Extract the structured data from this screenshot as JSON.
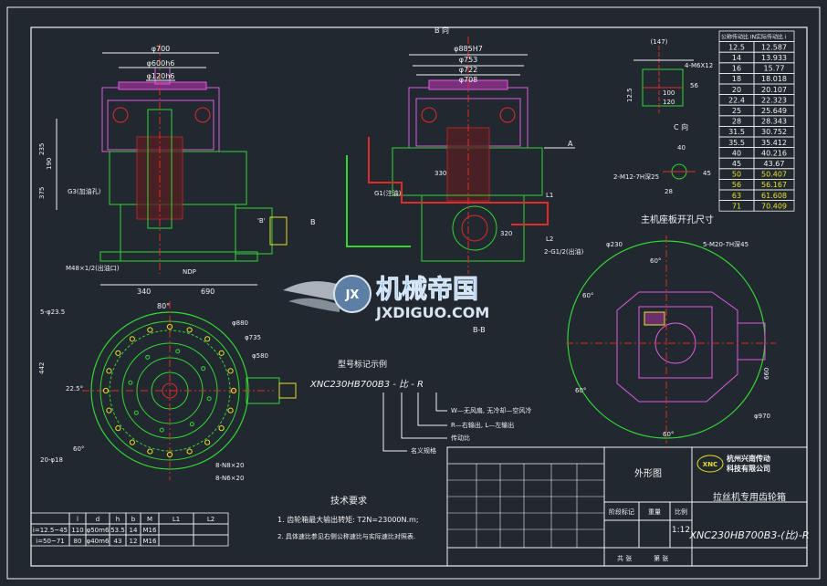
{
  "colors": {
    "bg": "#212830",
    "frame": "#f2f2f2",
    "green": "#33d633",
    "magenta": "#e05ae0",
    "red": "#e22a2a",
    "yellow": "#e8e02c",
    "cyan": "#22c4d8",
    "white": "#eeeeee",
    "brown": "#c9774a"
  },
  "top_view": {
    "dims": [
      "φ700",
      "φ600h6",
      "φ120h6"
    ],
    "left_dims": [
      "235",
      "190",
      "375"
    ],
    "notes": [
      "G3(加油孔)",
      "M48×1/2(出油口)",
      "NDP"
    ],
    "bottom_dims": [
      "340",
      "690"
    ],
    "callout": "'B'"
  },
  "section_view": {
    "title": "B 向",
    "dims": [
      "φ885H7",
      "φ753",
      "φ722",
      "φ708"
    ],
    "small_dims": [
      "330",
      "320"
    ],
    "notes": [
      "G1(注油)",
      "L1",
      "L2",
      "2-G1/2(出油)"
    ],
    "markers": [
      "A",
      "B"
    ],
    "section_label": "B-B"
  },
  "flange_view": {
    "dims": [
      "φ880",
      "φ735",
      "φ580"
    ],
    "angles": [
      "80°",
      "22.5°",
      "60°"
    ],
    "holes": [
      "5-φ23.5",
      "20-φ18",
      "8-N8×20",
      "8-N6×20"
    ],
    "side_dim": "442"
  },
  "model_example": {
    "title": "型号标记示例",
    "code": "XNC230HB700B3 - 比 - R",
    "legend": [
      "W—无风扇, 无冷却—空风冷",
      "R—右输出, L—左输出",
      "传动比",
      "名义规格"
    ]
  },
  "ratio_table": {
    "headers": [
      "公称传动比 IN",
      "实际传动比 i"
    ],
    "rows": [
      [
        "12.5",
        "12.587"
      ],
      [
        "14",
        "13.933"
      ],
      [
        "16",
        "15.77"
      ],
      [
        "18",
        "18.018"
      ],
      [
        "20",
        "20.107"
      ],
      [
        "22.4",
        "22.323"
      ],
      [
        "25",
        "25.649"
      ],
      [
        "28",
        "28.343"
      ],
      [
        "31.5",
        "30.752"
      ],
      [
        "35.5",
        "35.412"
      ],
      [
        "40",
        "40.216"
      ],
      [
        "45",
        "43.67"
      ],
      [
        "50",
        "50.407"
      ],
      [
        "56",
        "56.167"
      ],
      [
        "63",
        "61.608"
      ],
      [
        "71",
        "70.409"
      ]
    ]
  },
  "mount_detail": {
    "title": "主机座板开孔尺寸",
    "c_label": "C 向",
    "dims": [
      "(147)",
      "4-M6X12",
      "100",
      "120",
      "56",
      "12.5",
      "40",
      "2-M12-7H深25",
      "28",
      "45"
    ],
    "center_dims": [
      "φ230",
      "5-M20-7H深45",
      "60°",
      "60°",
      "60°",
      "60°",
      "660",
      "φ970"
    ]
  },
  "logo": {
    "chinese": "机械帝国",
    "latin": "JXDIGUO.COM",
    "badge": "JX"
  },
  "tech_req": {
    "title": "技术要求",
    "items": [
      "1. 齿轮箱最大输出转矩: T2N=23000N.m;",
      "2. 具体速比参见右侧公称速比与实际速比对照表."
    ]
  },
  "shaft_table": {
    "headers": [
      "",
      "l",
      "d",
      "h",
      "b",
      "M",
      "L1",
      "L2"
    ],
    "rows": [
      [
        "i=12.5~45",
        "110",
        "φ50m6",
        "53.5",
        "14",
        "M16",
        "",
        ""
      ],
      [
        "i=50~71",
        "80",
        "φ40m6",
        "43",
        "12",
        "M16",
        "",
        ""
      ]
    ]
  },
  "title_block": {
    "drawing_type": "外形图",
    "company": "杭州兴南传动\n科技有限公司",
    "product": "拉丝机专用齿轮箱",
    "model": "XNC230HB700B3-(比)-R",
    "labels": [
      "阶段标记",
      "重量",
      "比例"
    ],
    "scale": "1:12",
    "bottom": [
      "共   张",
      "第   张"
    ],
    "badge": "XNC"
  }
}
